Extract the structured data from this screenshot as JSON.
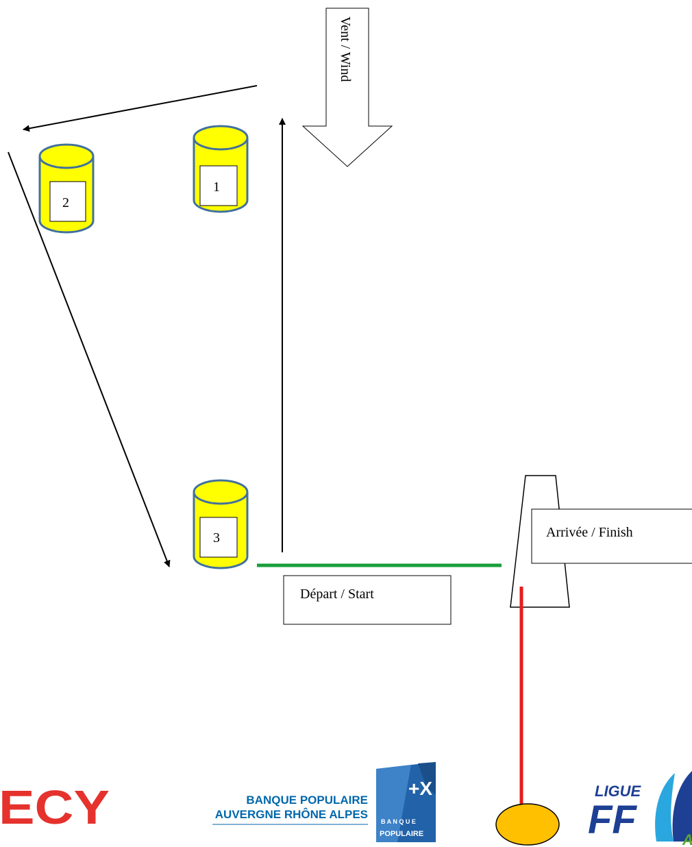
{
  "wind": {
    "label": "Vent / Wind"
  },
  "marks": [
    {
      "id": "1",
      "label": "1"
    },
    {
      "id": "2",
      "label": "2"
    },
    {
      "id": "3",
      "label": "3"
    }
  ],
  "start": {
    "label": "Départ / Start",
    "line_color": "#1a9e3a"
  },
  "finish": {
    "label": "Arrivée / Finish",
    "line_color": "#e81c1c"
  },
  "colors": {
    "buoy_fill": "#ffff00",
    "buoy_stroke": "#41719c",
    "finish_buoy_fill": "#ffc000",
    "ecy_red": "#e5322d",
    "bp_blue": "#0067ac"
  },
  "logos": {
    "ecy": "ECY",
    "banque_populaire_line1": "BANQUE POPULAIRE",
    "banque_populaire_line2": "AUVERGNE RHÔNE ALPES",
    "bp_badge_top": "+X",
    "bp_badge_line1": "B A N Q U E",
    "bp_badge_line2": "POPULAIRE",
    "ligue": "LIGUE",
    "ff": "FF",
    "ligue_region_initial": "A"
  }
}
